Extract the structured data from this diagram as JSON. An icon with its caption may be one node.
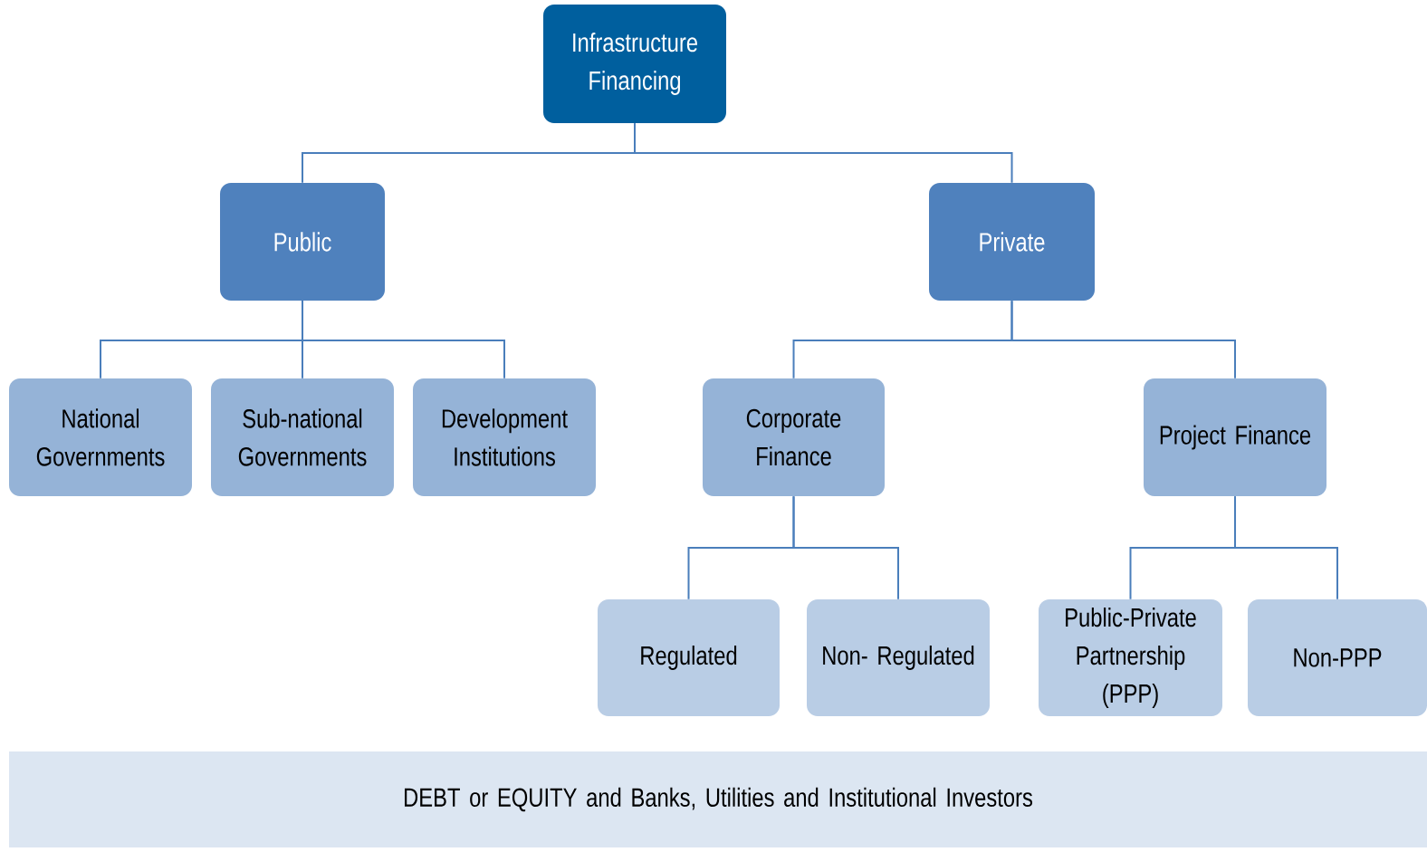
{
  "diagram": {
    "nodes": [
      {
        "text": [
          "Infrastructure Financing"
        ]
      },
      {
        "text": [
          "Public"
        ]
      },
      {
        "text": [
          "Private"
        ]
      },
      {
        "text": [
          "National Governments"
        ]
      },
      {
        "text": [
          "Sub-national Governments"
        ]
      },
      {
        "text": [
          "Development Institutions"
        ]
      },
      {
        "text": [
          "Corporate Finance"
        ]
      },
      {
        "text": [
          "Project Finance"
        ]
      },
      {
        "text": [
          "Regulated"
        ]
      },
      {
        "text": [
          "Non- Regulated"
        ]
      },
      {
        "text": [
          "Public-Private Partnership (PPP)"
        ]
      },
      {
        "text": [
          "Non-PPP"
        ]
      },
      {
        "text": [
          "DEBT or EQUITY and Banks, Utilities and Institutional Investors"
        ]
      }
    ],
    "edges": [
      {
        "from": 0,
        "to": 1,
        "arrow": "none"
      },
      {
        "from": 0,
        "to": 2,
        "arrow": "none"
      },
      {
        "from": 1,
        "to": 3,
        "arrow": "none"
      },
      {
        "from": 1,
        "to": 4,
        "arrow": "none"
      },
      {
        "from": 1,
        "to": 5,
        "arrow": "none"
      },
      {
        "from": 2,
        "to": 6,
        "arrow": "none"
      },
      {
        "from": 2,
        "to": 7,
        "arrow": "none"
      },
      {
        "from": 6,
        "to": 8,
        "arrow": "none"
      },
      {
        "from": 6,
        "to": 9,
        "arrow": "none"
      },
      {
        "from": 7,
        "to": 10,
        "arrow": "none"
      },
      {
        "from": 7,
        "to": 11,
        "arrow": "none"
      }
    ]
  }
}
